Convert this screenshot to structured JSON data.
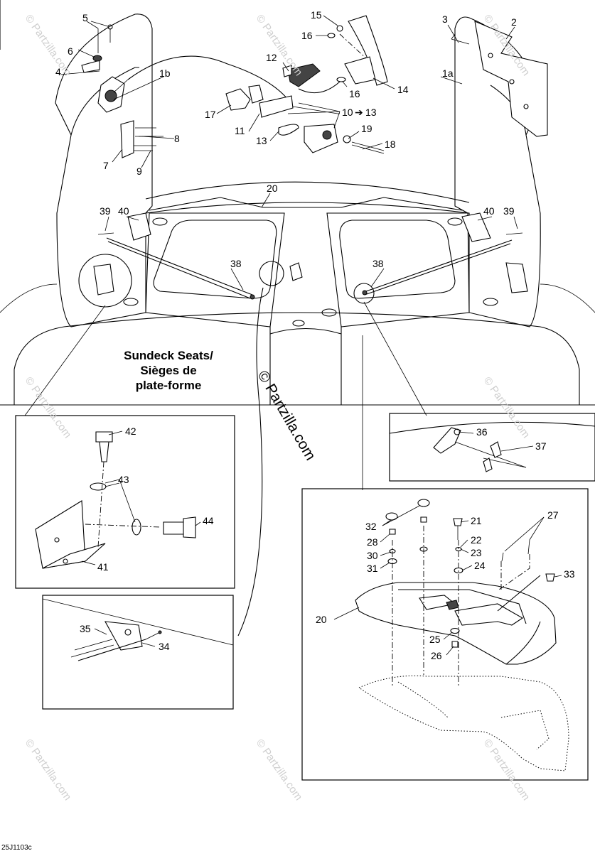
{
  "diagram": {
    "heading_lines": [
      "Sundeck Seats/",
      "Sièges de",
      "plate-forme"
    ],
    "figure_code": "25J1103c",
    "watermark_small": "© Partzilla.com",
    "watermark_center": "© Partzilla.com",
    "callouts": [
      "1a",
      "1b",
      "2",
      "3",
      "4",
      "5",
      "6",
      "7",
      "8",
      "9",
      "10",
      "13",
      "11",
      "12",
      "13",
      "14",
      "15",
      "16",
      "16",
      "17",
      "18",
      "19",
      "20",
      "20",
      "21",
      "22",
      "23",
      "24",
      "25",
      "26",
      "27",
      "28",
      "30",
      "31",
      "32",
      "33",
      "34",
      "35",
      "36",
      "37",
      "38",
      "38",
      "39",
      "39",
      "40",
      "40",
      "41",
      "42",
      "43",
      "44"
    ],
    "arrow_glyph": "➔"
  }
}
